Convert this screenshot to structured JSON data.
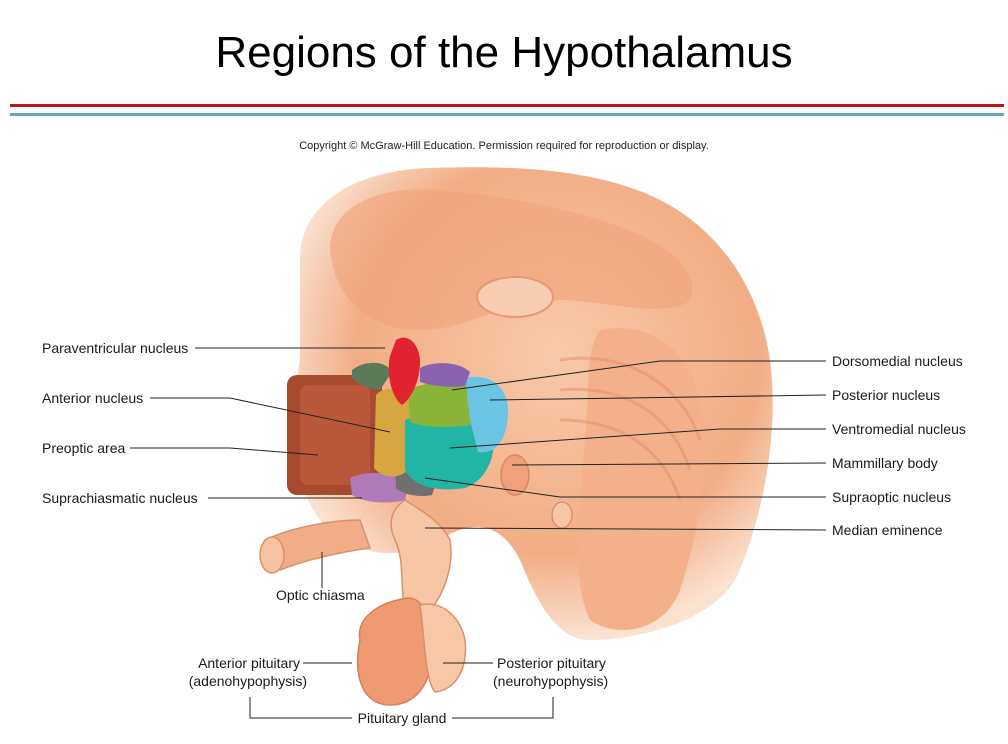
{
  "title": "Regions of the Hypothalamus",
  "copyright": "Copyright © McGraw-Hill Education. Permission required for reproduction or display.",
  "labels": {
    "paraventricular": "Paraventricular nucleus",
    "anterior": "Anterior nucleus",
    "preoptic": "Preoptic area",
    "suprachiasmatic": "Suprachiasmatic nucleus",
    "optic_chiasma": "Optic chiasma",
    "dorsomedial": "Dorsomedial nucleus",
    "posterior": "Posterior nucleus",
    "ventromedial": "Ventromedial nucleus",
    "mammillary": "Mammillary body",
    "supraoptic": "Supraoptic nucleus",
    "median_eminence": "Median eminence",
    "anterior_pituitary_1": "Anterior pituitary",
    "anterior_pituitary_2": "(adenohypophysis)",
    "posterior_pituitary_1": "Posterior pituitary",
    "posterior_pituitary_2": "(neurohypophysis)",
    "pituitary_gland": "Pituitary gland"
  },
  "colors": {
    "tissue": "#f3b38f",
    "tissue_dark": "#e0906c",
    "preoptic": "#a84a2e",
    "paraventricular": "#e0232e",
    "anterior": "#d7a640",
    "dorsomedial": "#8ab338",
    "posterior": "#6cc4e4",
    "ventromedial": "#22b5a5",
    "suprachiasmatic": "#b07ab8",
    "supraoptic": "#707070"
  }
}
